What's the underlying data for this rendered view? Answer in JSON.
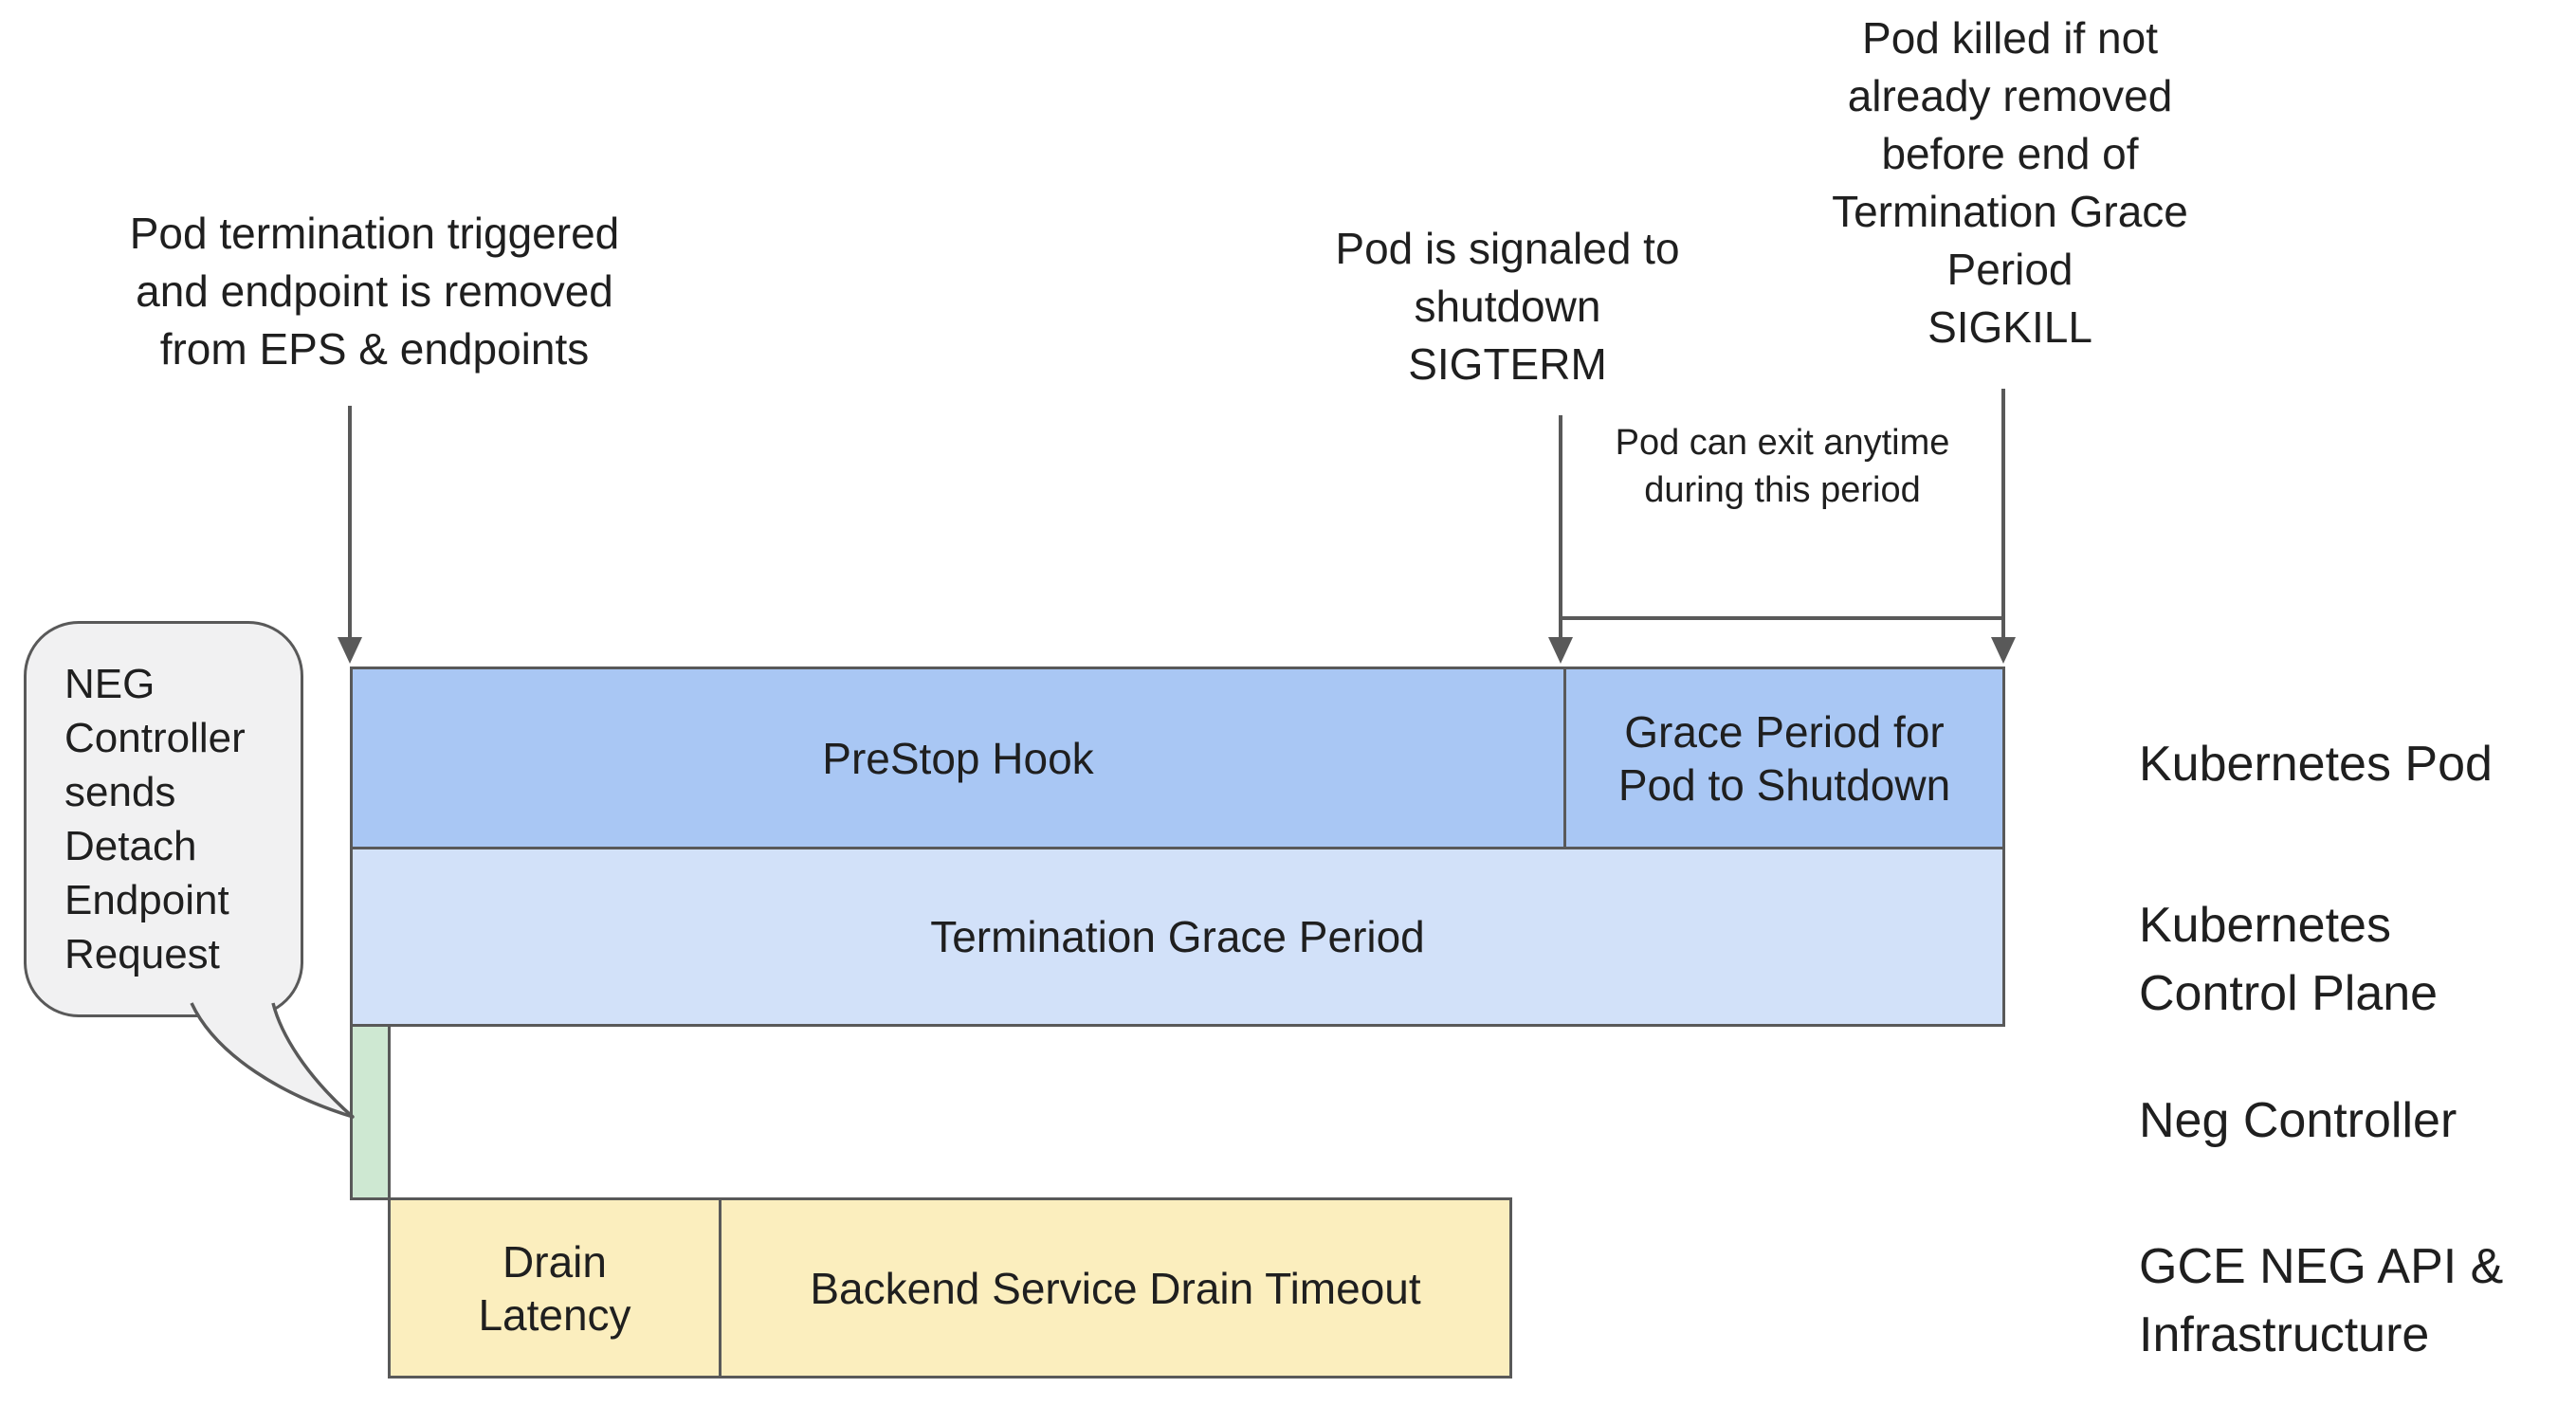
{
  "notes": {
    "pod_termination": "Pod termination triggered\nand endpoint is removed\nfrom EPS & endpoints",
    "sigterm": "Pod is signaled to\nshutdown\nSIGTERM",
    "sigkill": "Pod killed if not\nalready removed\nbefore end of\nTermination Grace\nPeriod\nSIGKILL",
    "exit_window": "Pod can exit anytime\nduring this period"
  },
  "callout": {
    "text": "NEG\nController\nsends\nDetach\nEndpoint\nRequest",
    "fill": "#f1f1f2"
  },
  "bars": {
    "prestop": {
      "label": "PreStop Hook",
      "color": "#a9c7f4"
    },
    "grace_period": {
      "label": "Grace Period for\nPod to Shutdown",
      "color": "#a9c7f4"
    },
    "termination_grace": {
      "label": "Termination Grace Period",
      "color": "#d2e1f9"
    },
    "neg_detach": {
      "label": "",
      "color": "#cee8d2"
    },
    "drain_latency": {
      "label": "Drain\nLatency",
      "color": "#fbeebe"
    },
    "backend_drain": {
      "label": "Backend Service Drain Timeout",
      "color": "#fbeebe"
    }
  },
  "lanes": [
    {
      "label": "Kubernetes Pod"
    },
    {
      "label": "Kubernetes\nControl Plane"
    },
    {
      "label": "Neg Controller"
    },
    {
      "label": "GCE NEG API &\nInfrastructure"
    }
  ],
  "colors": {
    "line": "#595959",
    "background": "#ffffff",
    "text": "#1f1f1f"
  }
}
